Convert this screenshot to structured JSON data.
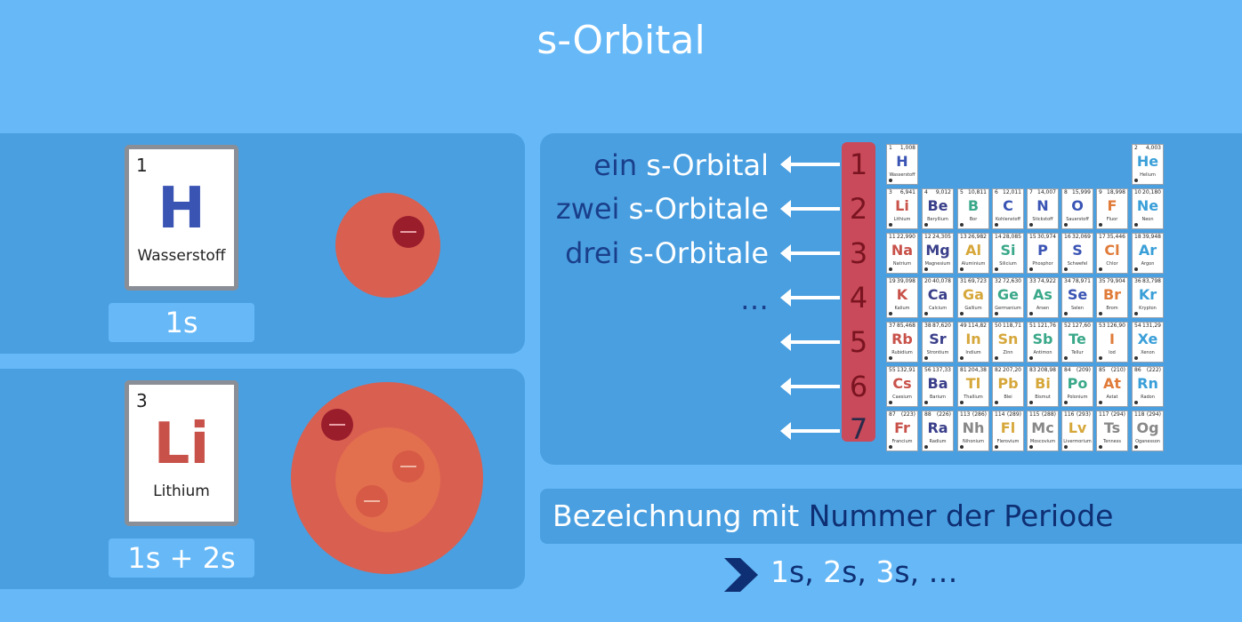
{
  "title": "s-Orbital",
  "hydrogen": {
    "number": "1",
    "symbol": "H",
    "name": "Wasserstoff",
    "orbital_label": "1s",
    "symbol_color": "#3a54b4"
  },
  "lithium": {
    "number": "3",
    "symbol": "Li",
    "name": "Lithium",
    "orbital_label": "1s + 2s",
    "symbol_color": "#c8524a"
  },
  "descriptions": [
    {
      "prefix": "ein ",
      "highlight": "s-Orbital"
    },
    {
      "prefix": "zwei ",
      "highlight": "s-Orbitale"
    },
    {
      "prefix": "drei ",
      "highlight": "s-Orbitale"
    },
    {
      "prefix": "…",
      "highlight": ""
    }
  ],
  "periods": [
    "1",
    "2",
    "3",
    "4",
    "5",
    "6",
    "7"
  ],
  "periodic_table": {
    "group1": [
      {
        "num": "1",
        "mass": "1,008",
        "sym": "H",
        "name": "Wasserstoff",
        "color": "#3a54b4"
      },
      {
        "num": "3",
        "mass": "6,941",
        "sym": "Li",
        "name": "Lithium",
        "color": "#c8524a"
      },
      {
        "num": "11",
        "mass": "22,990",
        "sym": "Na",
        "name": "Natrium",
        "color": "#c8524a"
      },
      {
        "num": "19",
        "mass": "39,098",
        "sym": "K",
        "name": "Kalium",
        "color": "#c8524a"
      },
      {
        "num": "37",
        "mass": "85,468",
        "sym": "Rb",
        "name": "Rubidium",
        "color": "#c8524a"
      },
      {
        "num": "55",
        "mass": "132,91",
        "sym": "Cs",
        "name": "Caesium",
        "color": "#c8524a"
      },
      {
        "num": "87",
        "mass": "(223)",
        "sym": "Fr",
        "name": "Francium",
        "color": "#c8524a"
      }
    ],
    "group2": [
      {
        "num": "4",
        "mass": "9,012",
        "sym": "Be",
        "name": "Beryllium",
        "color": "#3a3f8a"
      },
      {
        "num": "12",
        "mass": "24,305",
        "sym": "Mg",
        "name": "Magnesium",
        "color": "#3a3f8a"
      },
      {
        "num": "20",
        "mass": "40,078",
        "sym": "Ca",
        "name": "Calcium",
        "color": "#3a3f8a"
      },
      {
        "num": "38",
        "mass": "87,620",
        "sym": "Sr",
        "name": "Strontium",
        "color": "#3a3f8a"
      },
      {
        "num": "56",
        "mass": "137,33",
        "sym": "Ba",
        "name": "Barium",
        "color": "#3a3f8a"
      },
      {
        "num": "88",
        "mass": "(226)",
        "sym": "Ra",
        "name": "Radium",
        "color": "#3a3f8a"
      }
    ],
    "group13": [
      {
        "num": "5",
        "mass": "10,811",
        "sym": "B",
        "name": "Bor",
        "color": "#3aa889"
      },
      {
        "num": "13",
        "mass": "26,982",
        "sym": "Al",
        "name": "Aluminium",
        "color": "#d6a73a"
      },
      {
        "num": "31",
        "mass": "69,723",
        "sym": "Ga",
        "name": "Gallium",
        "color": "#d6a73a"
      },
      {
        "num": "49",
        "mass": "114,82",
        "sym": "In",
        "name": "Indium",
        "color": "#d6a73a"
      },
      {
        "num": "81",
        "mass": "204,38",
        "sym": "Tl",
        "name": "Thallium",
        "color": "#d6a73a"
      },
      {
        "num": "113",
        "mass": "(286)",
        "sym": "Nh",
        "name": "Nihonium",
        "color": "#888888"
      }
    ],
    "group14": [
      {
        "num": "6",
        "mass": "12,011",
        "sym": "C",
        "name": "Kohlenstoff",
        "color": "#3a54b4"
      },
      {
        "num": "14",
        "mass": "28,085",
        "sym": "Si",
        "name": "Silicium",
        "color": "#3aa889"
      },
      {
        "num": "32",
        "mass": "72,630",
        "sym": "Ge",
        "name": "Germanium",
        "color": "#3aa889"
      },
      {
        "num": "50",
        "mass": "118,71",
        "sym": "Sn",
        "name": "Zinn",
        "color": "#d6a73a"
      },
      {
        "num": "82",
        "mass": "207,20",
        "sym": "Pb",
        "name": "Blei",
        "color": "#d6a73a"
      },
      {
        "num": "114",
        "mass": "(289)",
        "sym": "Fl",
        "name": "Flerovium",
        "color": "#d6a73a"
      }
    ],
    "group15": [
      {
        "num": "7",
        "mass": "14,007",
        "sym": "N",
        "name": "Stickstoff",
        "color": "#3a54b4"
      },
      {
        "num": "15",
        "mass": "30,974",
        "sym": "P",
        "name": "Phosphor",
        "color": "#3a54b4"
      },
      {
        "num": "33",
        "mass": "74,922",
        "sym": "As",
        "name": "Arsen",
        "color": "#3aa889"
      },
      {
        "num": "51",
        "mass": "121,76",
        "sym": "Sb",
        "name": "Antimon",
        "color": "#3aa889"
      },
      {
        "num": "83",
        "mass": "208,98",
        "sym": "Bi",
        "name": "Bismut",
        "color": "#d6a73a"
      },
      {
        "num": "115",
        "mass": "(288)",
        "sym": "Mc",
        "name": "Moscovium",
        "color": "#888888"
      }
    ],
    "group16": [
      {
        "num": "8",
        "mass": "15,999",
        "sym": "O",
        "name": "Sauerstoff",
        "color": "#3a54b4"
      },
      {
        "num": "16",
        "mass": "32,069",
        "sym": "S",
        "name": "Schwefel",
        "color": "#3a54b4"
      },
      {
        "num": "34",
        "mass": "78,971",
        "sym": "Se",
        "name": "Selen",
        "color": "#3a54b4"
      },
      {
        "num": "52",
        "mass": "127,60",
        "sym": "Te",
        "name": "Tellur",
        "color": "#3aa889"
      },
      {
        "num": "84",
        "mass": "(209)",
        "sym": "Po",
        "name": "Polonium",
        "color": "#3aa889"
      },
      {
        "num": "116",
        "mass": "(293)",
        "sym": "Lv",
        "name": "Livermorium",
        "color": "#d6a73a"
      }
    ],
    "group17": [
      {
        "num": "9",
        "mass": "18,998",
        "sym": "F",
        "name": "Fluor",
        "color": "#e07b39"
      },
      {
        "num": "17",
        "mass": "35,446",
        "sym": "Cl",
        "name": "Chlor",
        "color": "#e07b39"
      },
      {
        "num": "35",
        "mass": "79,904",
        "sym": "Br",
        "name": "Brom",
        "color": "#e07b39"
      },
      {
        "num": "53",
        "mass": "126,90",
        "sym": "I",
        "name": "Iod",
        "color": "#e07b39"
      },
      {
        "num": "85",
        "mass": "(210)",
        "sym": "At",
        "name": "Astat",
        "color": "#e07b39"
      },
      {
        "num": "117",
        "mass": "(294)",
        "sym": "Ts",
        "name": "Tenness",
        "color": "#888888"
      }
    ],
    "group18": [
      {
        "num": "2",
        "mass": "4,003",
        "sym": "He",
        "name": "Helium",
        "color": "#3a9fd8"
      },
      {
        "num": "10",
        "mass": "20,180",
        "sym": "Ne",
        "name": "Neon",
        "color": "#3a9fd8"
      },
      {
        "num": "18",
        "mass": "39,948",
        "sym": "Ar",
        "name": "Argon",
        "color": "#3a9fd8"
      },
      {
        "num": "36",
        "mass": "83,798",
        "sym": "Kr",
        "name": "Krypton",
        "color": "#3a9fd8"
      },
      {
        "num": "54",
        "mass": "131,29",
        "sym": "Xe",
        "name": "Xenon",
        "color": "#3a9fd8"
      },
      {
        "num": "86",
        "mass": "(222)",
        "sym": "Rn",
        "name": "Radon",
        "color": "#3a9fd8"
      },
      {
        "num": "118",
        "mass": "(294)",
        "sym": "Og",
        "name": "Oganesson",
        "color": "#888888"
      }
    ]
  },
  "bezeichnung": {
    "prefix": "Bezeichnung mit ",
    "highlight": "Nummer der Periode"
  },
  "sequence": [
    {
      "a": "1",
      "b": "s, "
    },
    {
      "a": "2",
      "b": "s, "
    },
    {
      "a": "3",
      "b": "s, …"
    }
  ],
  "colors": {
    "background": "#66b8f7",
    "panel": "#4a9fe0",
    "period_bar": "#c94a5a",
    "electron": "#9a1d2c",
    "orbital": "#d95f50"
  }
}
